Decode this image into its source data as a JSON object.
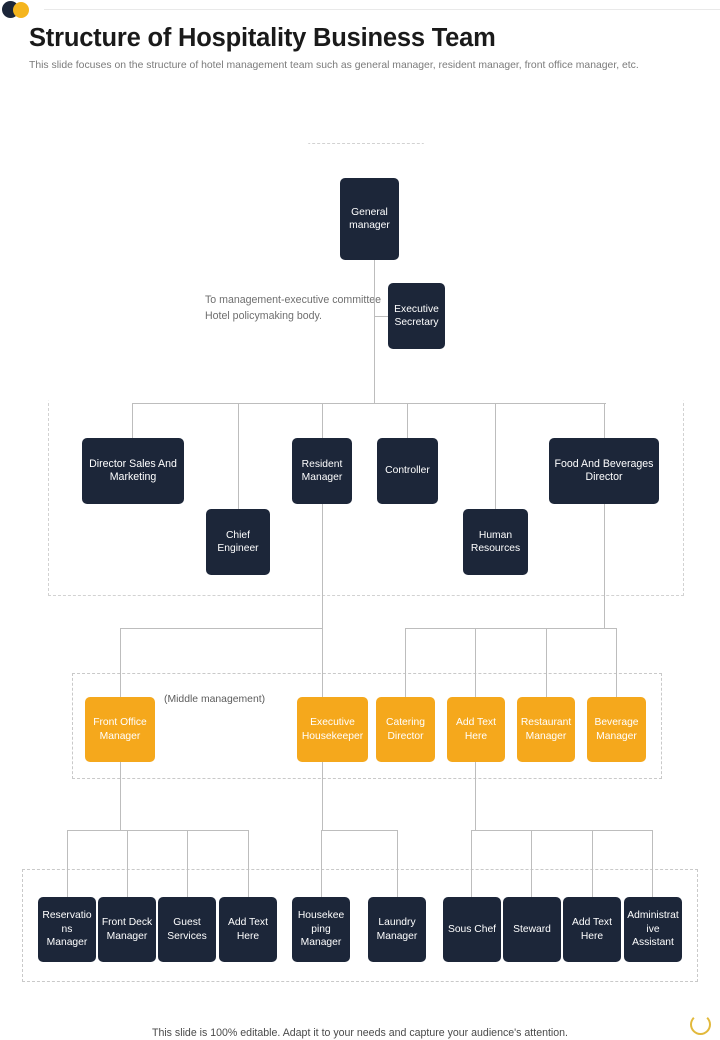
{
  "header": {
    "title": "Structure of Hospitality Business Team",
    "subtitle": "This slide focuses on the structure of hotel management team such as general manager, resident manager, front office manager, etc."
  },
  "annotations": {
    "policy_note": "To management-executive committee Hotel policymaking body.",
    "middle_management_label": "(Middle management)"
  },
  "colors": {
    "navy": "#1c2639",
    "amber": "#f5a81c",
    "line": "#bdbdbd",
    "dashed": "#c9c9c9",
    "title": "#1a1a1a",
    "subtitle": "#7b7b7b"
  },
  "chart_data": {
    "type": "diagram",
    "title": "Structure of Hospitality Business Team",
    "levels": [
      {
        "name": "executive",
        "nodes": [
          {
            "id": "general-manager",
            "label": "General manager",
            "color": "navy"
          },
          {
            "id": "executive-secretary",
            "label": "Executive Secretary",
            "color": "navy"
          }
        ]
      },
      {
        "name": "senior-management",
        "nodes": [
          {
            "id": "director-sales-and-marketing",
            "label": "Director Sales And Marketing",
            "color": "navy"
          },
          {
            "id": "chief-engineer",
            "label": "Chief Engineer",
            "color": "navy"
          },
          {
            "id": "resident-manager",
            "label": "Resident Manager",
            "color": "navy"
          },
          {
            "id": "controller",
            "label": "Controller",
            "color": "navy"
          },
          {
            "id": "human-resources",
            "label": "Human Resources",
            "color": "navy"
          },
          {
            "id": "food-and-beverages-director",
            "label": "Food And Beverages Director",
            "color": "navy"
          }
        ]
      },
      {
        "name": "middle-management",
        "nodes": [
          {
            "id": "front-office-manager",
            "label": "Front Office Manager",
            "color": "amber"
          },
          {
            "id": "executive-housekeeper",
            "label": "Executive Housekeeper",
            "color": "amber"
          },
          {
            "id": "catering-director",
            "label": "Catering Director",
            "color": "amber"
          },
          {
            "id": "middle-add-text",
            "label": "Add Text Here",
            "color": "amber"
          },
          {
            "id": "restaurant-manager",
            "label": "Restaurant Manager",
            "color": "amber"
          },
          {
            "id": "beverage-manager",
            "label": "Beverage Manager",
            "color": "amber"
          }
        ]
      },
      {
        "name": "operational",
        "nodes": [
          {
            "id": "reservations-manager",
            "label": "Reservations Manager",
            "color": "navy"
          },
          {
            "id": "front-deck-manager",
            "label": "Front Deck Manager",
            "color": "navy"
          },
          {
            "id": "guest-services",
            "label": "Guest Services",
            "color": "navy"
          },
          {
            "id": "operational-add-text-1",
            "label": "Add Text Here",
            "color": "navy"
          },
          {
            "id": "housekeeping-manager",
            "label": "Housekeeping Manager",
            "color": "navy"
          },
          {
            "id": "laundry-manager",
            "label": "Laundry Manager",
            "color": "navy"
          },
          {
            "id": "sous-chef",
            "label": "Sous Chef",
            "color": "navy"
          },
          {
            "id": "steward",
            "label": "Steward",
            "color": "navy"
          },
          {
            "id": "operational-add-text-2",
            "label": "Add Text Here",
            "color": "navy"
          },
          {
            "id": "administrative-assistant",
            "label": "Administrative Assistant",
            "color": "navy"
          }
        ]
      }
    ]
  },
  "footer": {
    "note": "This slide is 100% editable. Adapt it to your needs and capture your audience's attention."
  }
}
